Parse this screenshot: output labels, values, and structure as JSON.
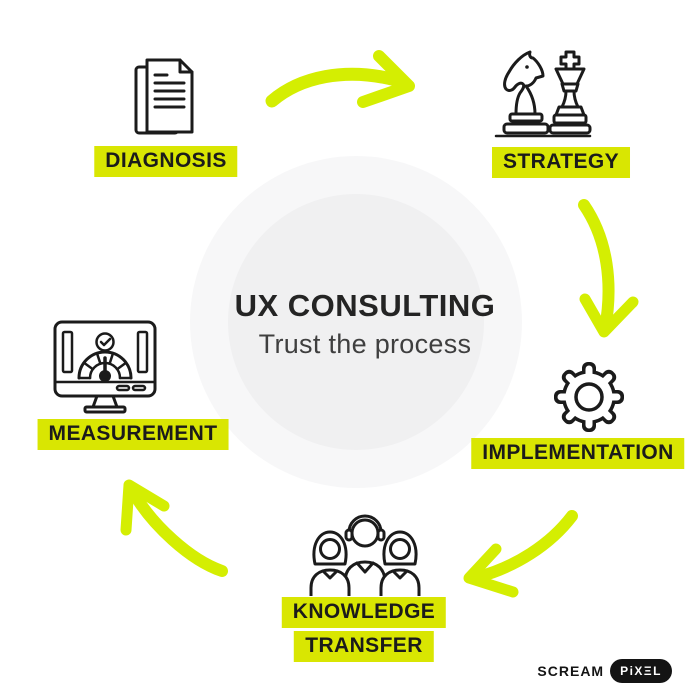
{
  "center": {
    "title": "UX CONSULTING",
    "subtitle": "Trust the process"
  },
  "stages": [
    {
      "id": "diagnosis",
      "label": "DIAGNOSIS",
      "icon": "documents-icon"
    },
    {
      "id": "strategy",
      "label": "STRATEGY",
      "icon": "chess-pieces-icon"
    },
    {
      "id": "implementation",
      "label": "IMPLEMENTATION",
      "icon": "gear-icon"
    },
    {
      "id": "knowledge-transfer",
      "label_line1": "KNOWLEDGE",
      "label_line2": "TRANSFER",
      "icon": "team-icon"
    },
    {
      "id": "measurement",
      "label": "MEASUREMENT",
      "icon": "dashboard-gauge-icon"
    }
  ],
  "arrows": [
    "diagnosis-to-strategy",
    "strategy-to-implementation",
    "implementation-to-knowledge-transfer",
    "knowledge-transfer-to-measurement"
  ],
  "colors": {
    "label_highlight": "#d9e602",
    "arrow": "#d4ee02",
    "ink": "#1b1b1b",
    "circle_outer": "#f7f7f8",
    "circle_inner": "#f0f0f1"
  },
  "logo": {
    "brand": "SCREAM",
    "badge": "PiXΞL"
  }
}
